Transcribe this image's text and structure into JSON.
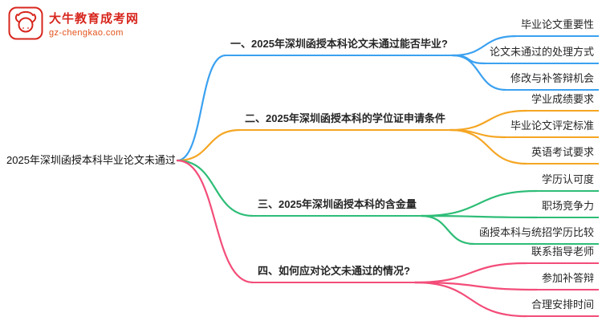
{
  "logo": {
    "title": "大牛教育成考网",
    "subtitle": "gz-chengkao.com",
    "brand_color": "#d7261d"
  },
  "map": {
    "root": {
      "label": "2025年深圳函授本科毕业论文未通过"
    },
    "branches": [
      {
        "label": "一、2025年深圳函授本科论文未通过能否毕业?",
        "color": "#3ba1f0",
        "children": [
          {
            "label": "毕业论文重要性"
          },
          {
            "label": "论文未通过的处理方式"
          },
          {
            "label": "修改与补答辩机会"
          }
        ]
      },
      {
        "label": "二、2025年深圳函授本科的学位证申请条件",
        "color": "#f5a623",
        "children": [
          {
            "label": "学业成绩要求"
          },
          {
            "label": "毕业论文评定标准"
          },
          {
            "label": "英语考试要求"
          }
        ]
      },
      {
        "label": "三、2025年深圳函授本科的含金量",
        "color": "#2ebd77",
        "children": [
          {
            "label": "学历认可度"
          },
          {
            "label": "职场竞争力"
          },
          {
            "label": "函授本科与统招学历比较"
          }
        ]
      },
      {
        "label": "四、如何应对论文未通过的情况?",
        "color": "#f34d79",
        "children": [
          {
            "label": "联系指导老师"
          },
          {
            "label": "参加补答辩"
          },
          {
            "label": "合理安排时间"
          }
        ]
      }
    ]
  }
}
